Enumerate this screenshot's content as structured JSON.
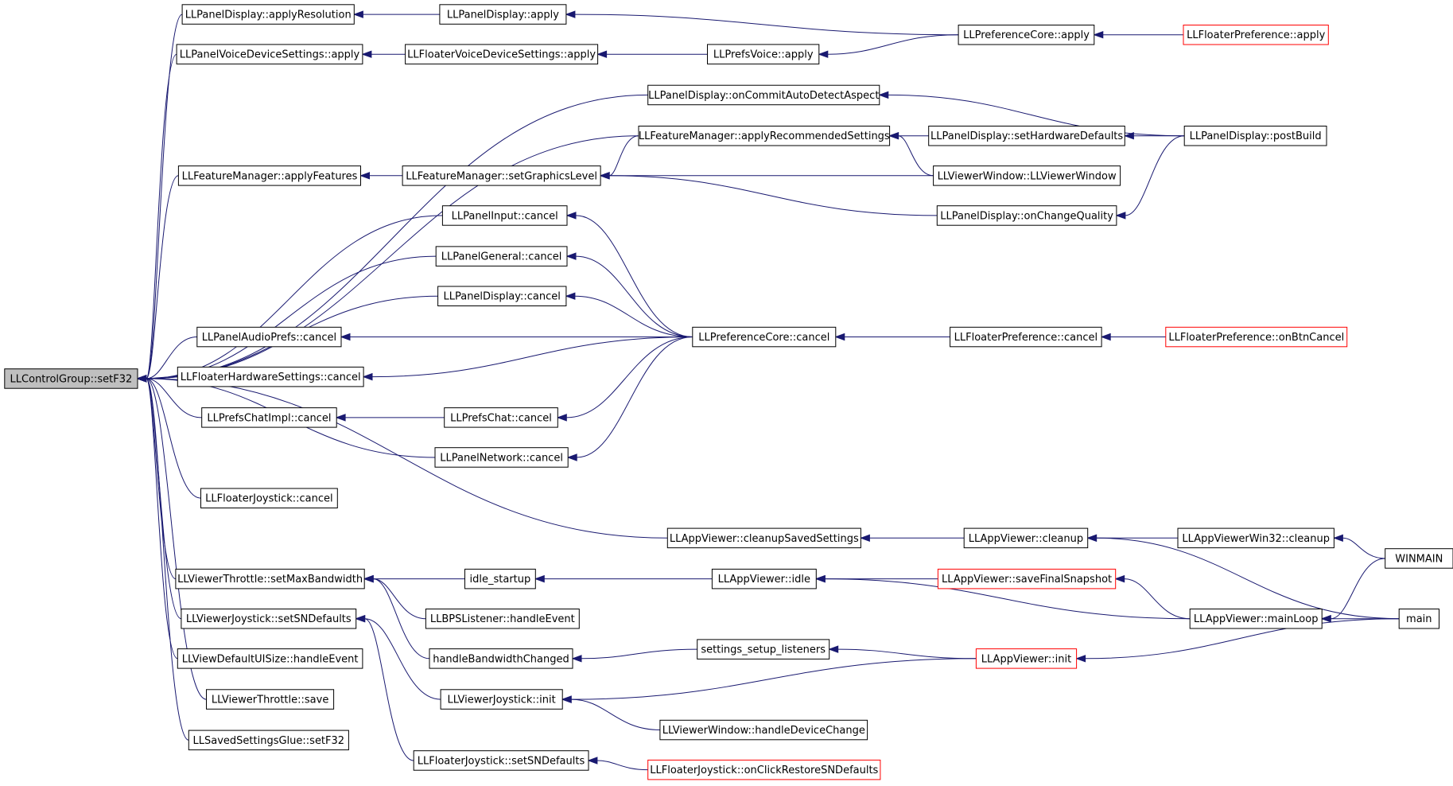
{
  "graph": {
    "root": "LLControlGroup::setF32",
    "node_style": {
      "root_fill": "#bfbfbf",
      "fill": "#ffffff",
      "border": "#000000",
      "truncated_border": "#ff0000",
      "edge_color": "#191970"
    },
    "nodes": [
      {
        "id": "setF32",
        "label": "LLControlGroup::setF32",
        "root": true
      },
      {
        "id": "pdApplyRes",
        "label": "LLPanelDisplay::applyResolution"
      },
      {
        "id": "pvdsApply",
        "label": "LLPanelVoiceDeviceSettings::apply"
      },
      {
        "id": "fmApplyFeat",
        "label": "LLFeatureManager::applyFeatures"
      },
      {
        "id": "paCancel",
        "label": "LLPanelAudioPrefs::cancel"
      },
      {
        "id": "fhsCancel",
        "label": "LLFloaterHardwareSettings::cancel"
      },
      {
        "id": "pciCancel",
        "label": "LLPrefsChatImpl::cancel"
      },
      {
        "id": "fjCancel",
        "label": "LLFloaterJoystick::cancel"
      },
      {
        "id": "vtSetMax",
        "label": "LLViewerThrottle::setMaxBandwidth"
      },
      {
        "id": "vjSetSN",
        "label": "LLViewerJoystick::setSNDefaults"
      },
      {
        "id": "vduiHandle",
        "label": "LLViewDefaultUISize::handleEvent"
      },
      {
        "id": "vtSave",
        "label": "LLViewerThrottle::save"
      },
      {
        "id": "ssgSetF32",
        "label": "LLSavedSettingsGlue::setF32"
      },
      {
        "id": "pdApply",
        "label": "LLPanelDisplay::apply"
      },
      {
        "id": "fvdsApply",
        "label": "LLFloaterVoiceDeviceSettings::apply"
      },
      {
        "id": "pdCommit",
        "label": "LLPanelDisplay::onCommitAutoDetectAspect"
      },
      {
        "id": "fmApplyRec",
        "label": "LLFeatureManager::applyRecommendedSettings"
      },
      {
        "id": "fmSetGfx",
        "label": "LLFeatureManager::setGraphicsLevel"
      },
      {
        "id": "piCancel",
        "label": "LLPanelInput::cancel"
      },
      {
        "id": "pgCancel",
        "label": "LLPanelGeneral::cancel"
      },
      {
        "id": "pdCancel",
        "label": "LLPanelDisplay::cancel"
      },
      {
        "id": "pcCancel",
        "label": "LLPrefsChat::cancel"
      },
      {
        "id": "pnCancel",
        "label": "LLPanelNetwork::cancel"
      },
      {
        "id": "avCleanupSaved",
        "label": "LLAppViewer::cleanupSavedSettings"
      },
      {
        "id": "idleStartup",
        "label": "idle_startup"
      },
      {
        "id": "bpsHandle",
        "label": "LLBPSListener::handleEvent"
      },
      {
        "id": "hbwChanged",
        "label": "handleBandwidthChanged"
      },
      {
        "id": "vjInit",
        "label": "LLViewerJoystick::init"
      },
      {
        "id": "fjSetSN",
        "label": "LLFloaterJoystick::setSNDefaults"
      },
      {
        "id": "pvApply",
        "label": "LLPrefsVoice::apply"
      },
      {
        "id": "pcoreCancel",
        "label": "LLPreferenceCore::cancel"
      },
      {
        "id": "avIdle",
        "label": "LLAppViewer::idle"
      },
      {
        "id": "ssListeners",
        "label": "settings_setup_listeners"
      },
      {
        "id": "vwHandleDev",
        "label": "LLViewerWindow::handleDeviceChange"
      },
      {
        "id": "fjRestore",
        "label": "LLFloaterJoystick::onClickRestoreSNDefaults",
        "truncated": true
      },
      {
        "id": "pcoreApply",
        "label": "LLPreferenceCore::apply"
      },
      {
        "id": "pdSetHw",
        "label": "LLPanelDisplay::setHardwareDefaults"
      },
      {
        "id": "vwCtor",
        "label": "LLViewerWindow::LLViewerWindow"
      },
      {
        "id": "pdChangeQ",
        "label": "LLPanelDisplay::onChangeQuality"
      },
      {
        "id": "fpCancel",
        "label": "LLFloaterPreference::cancel"
      },
      {
        "id": "avCleanup",
        "label": "LLAppViewer::cleanup"
      },
      {
        "id": "avSaveSnap",
        "label": "LLAppViewer::saveFinalSnapshot",
        "truncated": true
      },
      {
        "id": "avMainLoop",
        "label": "LLAppViewer::mainLoop"
      },
      {
        "id": "avInit",
        "label": "LLAppViewer::init",
        "truncated": true
      },
      {
        "id": "fpApply",
        "label": "LLFloaterPreference::apply",
        "truncated": true
      },
      {
        "id": "pdPostBuild",
        "label": "LLPanelDisplay::postBuild"
      },
      {
        "id": "fpOnBtnCancel",
        "label": "LLFloaterPreference::onBtnCancel",
        "truncated": true
      },
      {
        "id": "avw32Cleanup",
        "label": "LLAppViewerWin32::cleanup"
      },
      {
        "id": "winmain",
        "label": "WINMAIN"
      },
      {
        "id": "main",
        "label": "main"
      }
    ],
    "edges": [
      [
        "pdApplyRes",
        "setF32"
      ],
      [
        "pvdsApply",
        "setF32"
      ],
      [
        "pdCommit",
        "setF32"
      ],
      [
        "fmApplyRec",
        "setF32"
      ],
      [
        "fmApplyFeat",
        "setF32"
      ],
      [
        "piCancel",
        "setF32"
      ],
      [
        "pgCancel",
        "setF32"
      ],
      [
        "pdCancel",
        "setF32"
      ],
      [
        "paCancel",
        "setF32"
      ],
      [
        "fhsCancel",
        "setF32"
      ],
      [
        "pciCancel",
        "setF32"
      ],
      [
        "pnCancel",
        "setF32"
      ],
      [
        "fjCancel",
        "setF32"
      ],
      [
        "avCleanupSaved",
        "setF32"
      ],
      [
        "vtSetMax",
        "setF32"
      ],
      [
        "vjSetSN",
        "setF32"
      ],
      [
        "vduiHandle",
        "setF32"
      ],
      [
        "vtSave",
        "setF32"
      ],
      [
        "ssgSetF32",
        "setF32"
      ],
      [
        "pdApply",
        "pdApplyRes"
      ],
      [
        "pcoreApply",
        "pdApply"
      ],
      [
        "fvdsApply",
        "pvdsApply"
      ],
      [
        "pvApply",
        "fvdsApply"
      ],
      [
        "pcoreApply",
        "pvApply"
      ],
      [
        "fpApply",
        "pcoreApply"
      ],
      [
        "pdPostBuild",
        "pdCommit"
      ],
      [
        "fmSetGfx",
        "fmApplyFeat"
      ],
      [
        "fmApplyRec",
        "fmSetGfx"
      ],
      [
        "vwCtor",
        "fmSetGfx"
      ],
      [
        "pdChangeQ",
        "fmSetGfx"
      ],
      [
        "pdSetHw",
        "fmApplyRec"
      ],
      [
        "vwCtor",
        "fmApplyRec"
      ],
      [
        "pdPostBuild",
        "pdSetHw"
      ],
      [
        "pdPostBuild",
        "pdChangeQ"
      ],
      [
        "pcoreCancel",
        "piCancel"
      ],
      [
        "pcoreCancel",
        "pgCancel"
      ],
      [
        "pcoreCancel",
        "pdCancel"
      ],
      [
        "pcoreCancel",
        "paCancel"
      ],
      [
        "pcoreCancel",
        "fhsCancel"
      ],
      [
        "pcoreCancel",
        "pcCancel"
      ],
      [
        "pcoreCancel",
        "pnCancel"
      ],
      [
        "pcCancel",
        "pciCancel"
      ],
      [
        "fpCancel",
        "pcoreCancel"
      ],
      [
        "fpOnBtnCancel",
        "fpCancel"
      ],
      [
        "avCleanup",
        "avCleanupSaved"
      ],
      [
        "avw32Cleanup",
        "avCleanup"
      ],
      [
        "main",
        "avCleanup"
      ],
      [
        "winmain",
        "avw32Cleanup"
      ],
      [
        "idleStartup",
        "vtSetMax"
      ],
      [
        "bpsHandle",
        "vtSetMax"
      ],
      [
        "hbwChanged",
        "vtSetMax"
      ],
      [
        "avIdle",
        "idleStartup"
      ],
      [
        "avSaveSnap",
        "avIdle"
      ],
      [
        "avMainLoop",
        "avIdle"
      ],
      [
        "avMainLoop",
        "avSaveSnap"
      ],
      [
        "winmain",
        "avMainLoop"
      ],
      [
        "main",
        "avMainLoop"
      ],
      [
        "ssListeners",
        "hbwChanged"
      ],
      [
        "avInit",
        "ssListeners"
      ],
      [
        "main",
        "avInit"
      ],
      [
        "vjInit",
        "vjSetSN"
      ],
      [
        "fjSetSN",
        "vjSetSN"
      ],
      [
        "avInit",
        "vjInit"
      ],
      [
        "vwHandleDev",
        "vjInit"
      ],
      [
        "fjRestore",
        "fjSetSN"
      ]
    ]
  }
}
